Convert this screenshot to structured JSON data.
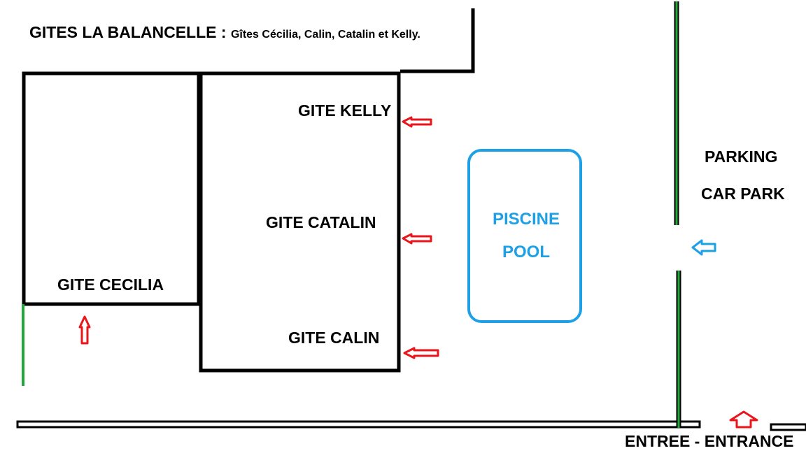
{
  "title": {
    "main": "GITES LA BALANCELLE",
    "separator": " : ",
    "sub": "Gîtes Cécilia, Calin, Catalin et Kelly."
  },
  "gites": {
    "kelly": "GITE KELLY",
    "catalin": "GITE CATALIN",
    "calin": "GITE CALIN",
    "cecilia": "GITE CECILIA"
  },
  "pool": {
    "line1": "PISCINE",
    "line2": "POOL"
  },
  "parking": {
    "line1": "PARKING",
    "line2": "CAR PARK"
  },
  "entrance": "ENTREE - ENTRANCE",
  "colors": {
    "walls": "#000000",
    "fence": "#22a838",
    "arrows": "#e8151b",
    "pool": "#1ea0e6"
  }
}
